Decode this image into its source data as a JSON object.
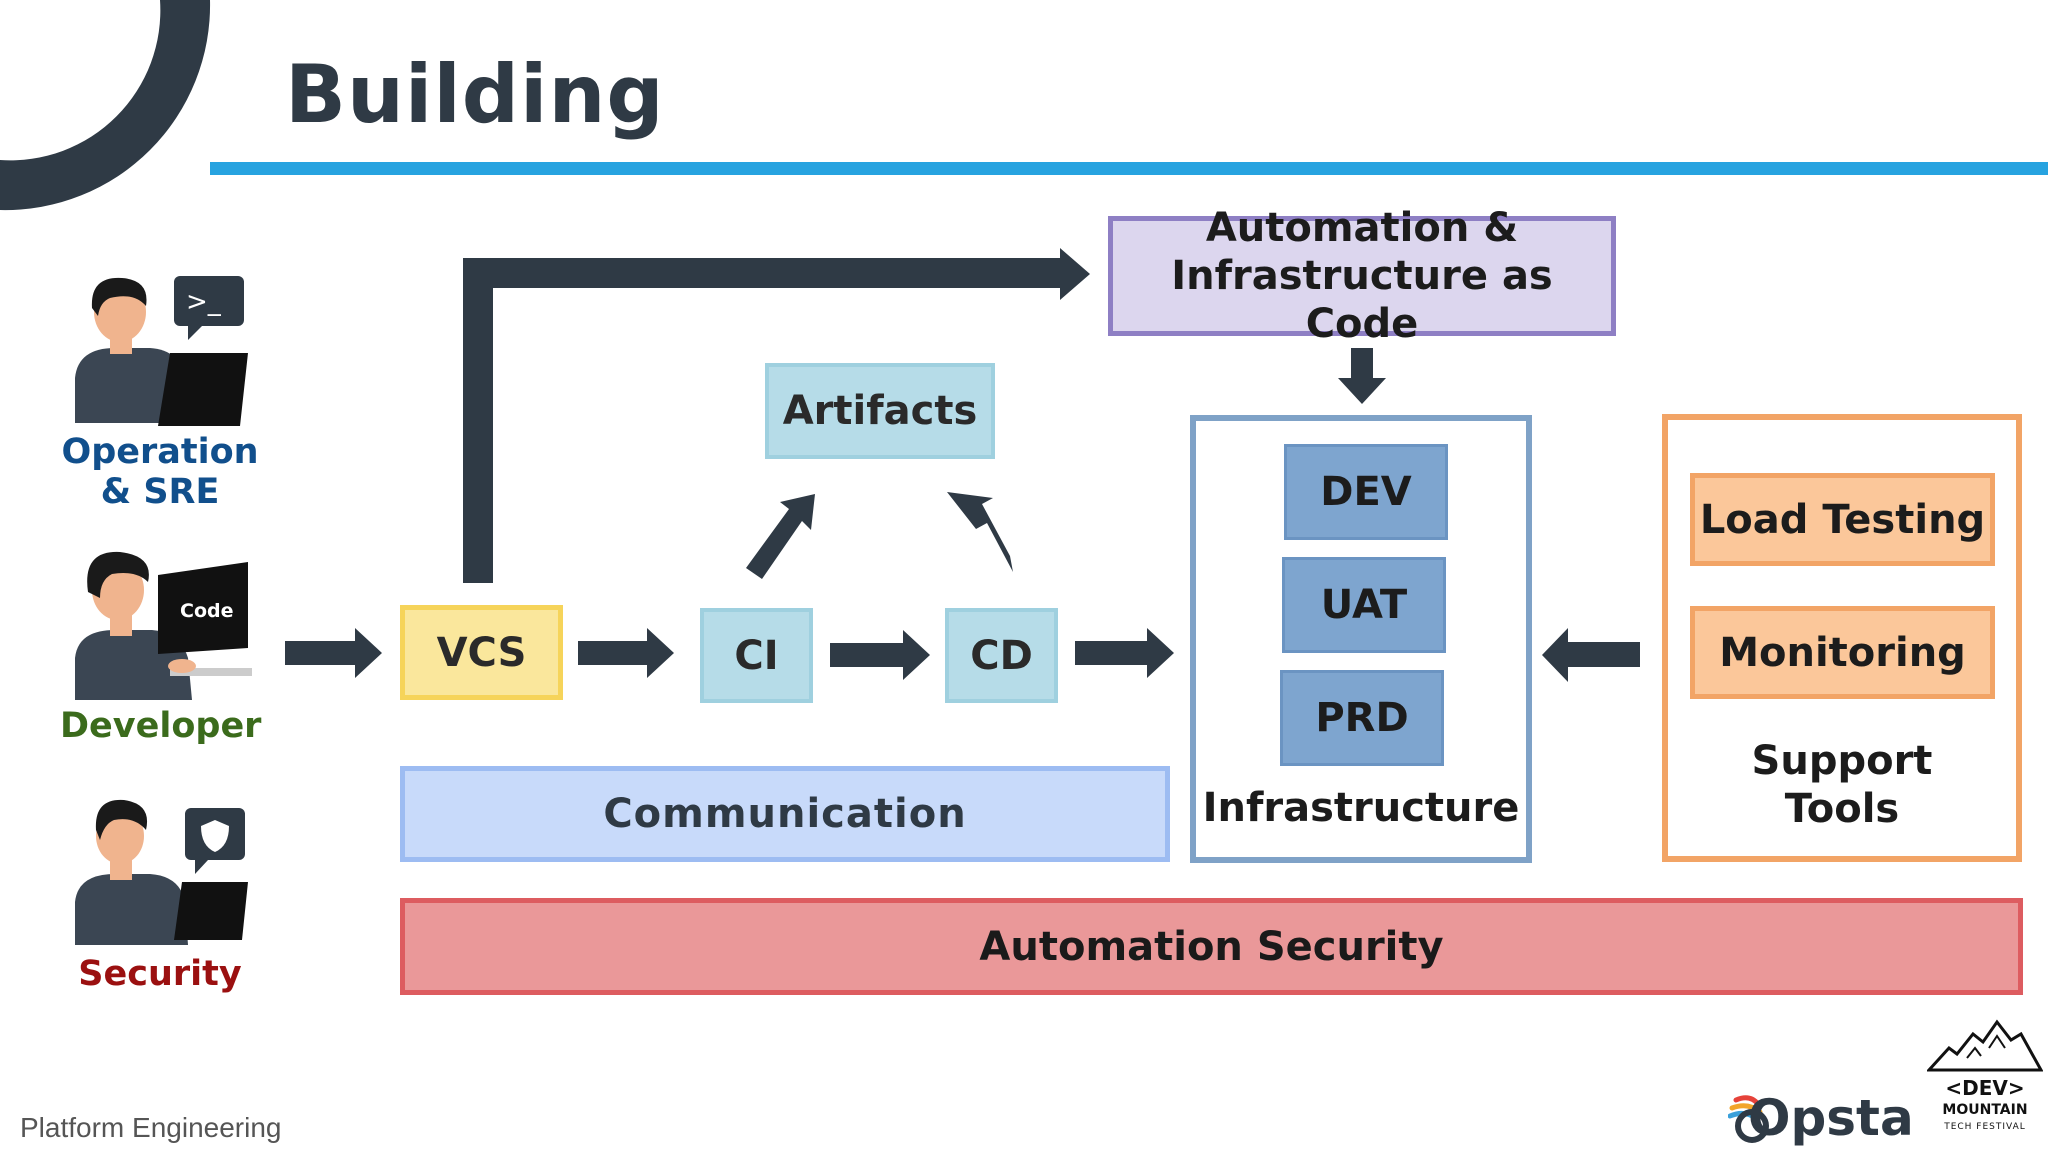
{
  "slide": {
    "title": "Building",
    "footer": "Platform Engineering"
  },
  "roles": {
    "ops_line1": "Operation",
    "ops_line2": "& SRE",
    "ops_bubble": ">_",
    "dev": "Developer",
    "dev_screen": "Code",
    "sec": "Security"
  },
  "pipeline": {
    "vcs": "VCS",
    "ci": "CI",
    "cd": "CD",
    "artifacts": "Artifacts",
    "automation_line1": "Automation &",
    "automation_line2": "Infrastructure as Code",
    "communication": "Communication",
    "automation_security": "Automation Security"
  },
  "infrastructure": {
    "label": "Infrastructure",
    "environments": [
      "DEV",
      "UAT",
      "PRD"
    ]
  },
  "support": {
    "load_testing": "Load Testing",
    "monitoring": "Monitoring",
    "label_line1": "Support",
    "label_line2": "Tools"
  },
  "logos": {
    "opsta": "Opsta",
    "dev_line1": "<DEV>",
    "dev_line2": "MOUNTAIN",
    "dev_line3": "TECH FESTIVAL"
  },
  "colors": {
    "dark": "#2f3a45",
    "accent_blue": "#27a3e0",
    "vcs_fill": "#fae79c",
    "vcs_border": "#f6d45a",
    "cicd_fill": "#b6dce8",
    "cicd_border": "#9fd0df",
    "automation_fill": "#dcd6ee",
    "automation_border": "#8e7fc4",
    "env_fill": "#7ea5cf",
    "infra_border": "#7fa2c7",
    "comm_fill": "#c8dafa",
    "comm_border": "#9dbcf2",
    "support_border": "#f2a466",
    "support_fill": "#fbc79a",
    "security_fill": "#ea9899",
    "security_border": "#dd5c60",
    "ops_text": "#114f8c",
    "dev_text": "#3b6b1c",
    "sec_text": "#9b1010"
  }
}
